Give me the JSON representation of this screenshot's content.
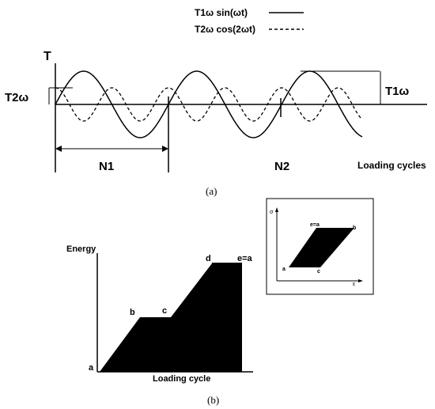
{
  "panel_a": {
    "legend": {
      "entry1": "T1ω sin(ωt)",
      "entry2": "T2ω cos(2ωt)"
    },
    "y_label": "T",
    "amp2_label": "T2ω",
    "amp1_label": "T1ω",
    "n1_label": "N1",
    "n2_label": "N2",
    "x_label": "Loading cycles",
    "caption": "(a)"
  },
  "panel_b": {
    "y_label": "Energy",
    "x_label": "Loading cycle",
    "points": {
      "a": "a",
      "b": "b",
      "c": "c",
      "d": "d",
      "e": "e=a"
    },
    "inset": {
      "y_label": "σ",
      "x_label": "ε",
      "points": {
        "a": "a",
        "b": "b",
        "c": "c",
        "e": "e=a"
      }
    },
    "caption": "(b)"
  }
}
